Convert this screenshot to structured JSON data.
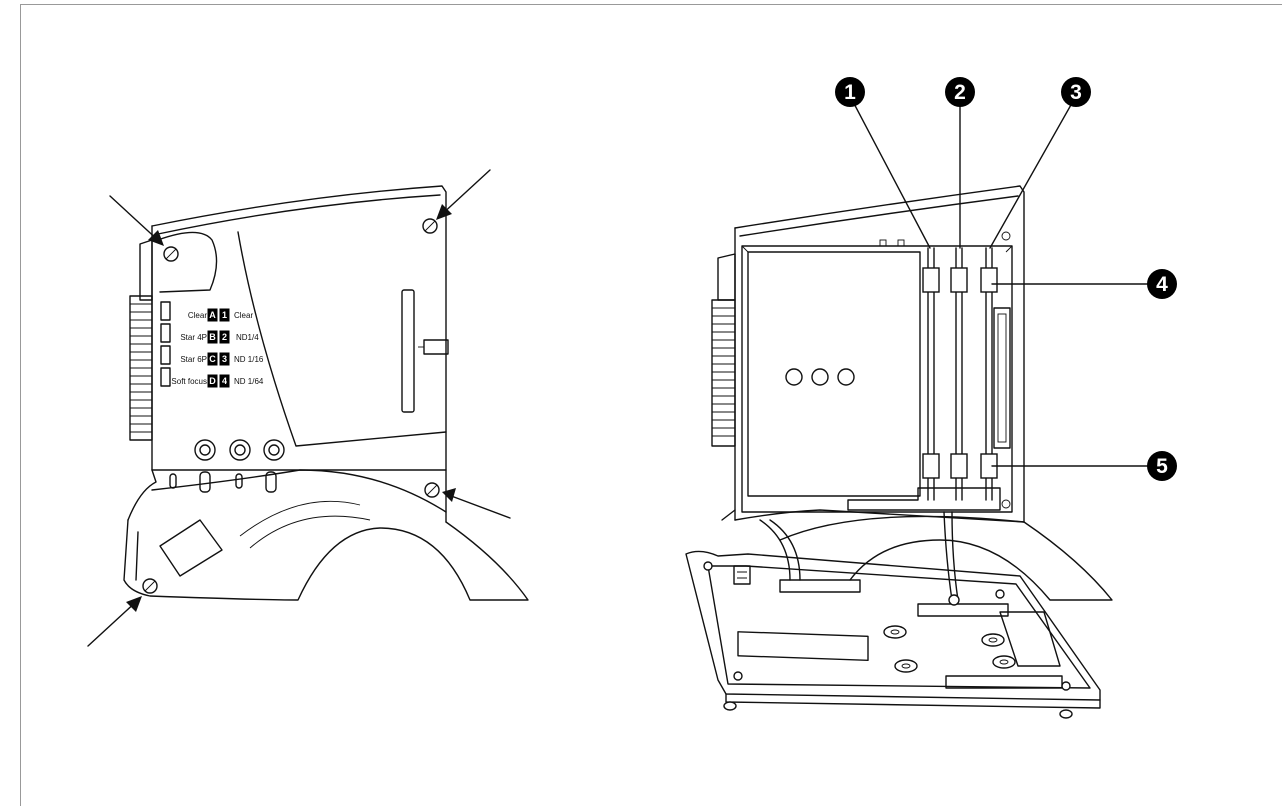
{
  "filter_panel": {
    "rows": [
      {
        "left_label": "Clear",
        "letter": "A",
        "number": "1",
        "right_label": "Clear"
      },
      {
        "left_label": "Star 4P",
        "letter": "B",
        "number": "2",
        "right_label": "ND1/4"
      },
      {
        "left_label": "Star 6P",
        "letter": "C",
        "number": "3",
        "right_label": "ND 1/16"
      },
      {
        "left_label": "Soft focus",
        "letter": "D",
        "number": "4",
        "right_label": "ND 1/64"
      }
    ]
  },
  "callouts": [
    "1",
    "2",
    "3",
    "4",
    "5"
  ],
  "colors": {
    "line": "#111111",
    "callout": "#000000",
    "background": "#ffffff"
  }
}
